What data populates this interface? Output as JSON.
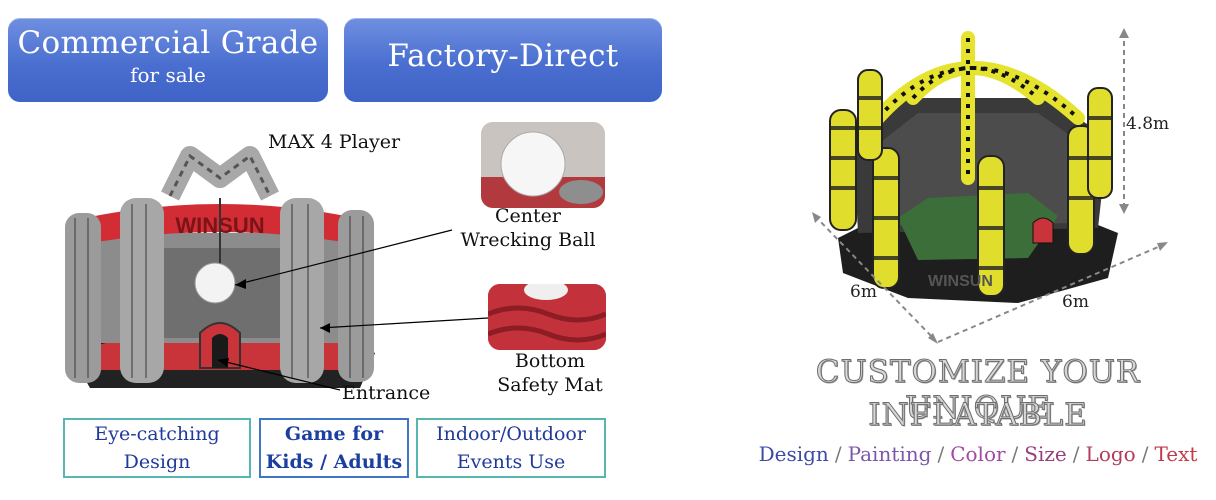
{
  "banners": {
    "commercial_main": "Commercial Grade",
    "commercial_sub": "for sale",
    "factory": "Factory-Direct"
  },
  "left_product": {
    "max_label": "MAX 4 Player",
    "callouts": {
      "center_line1": "Center",
      "center_line2": "Wrecking Ball",
      "bottom_line1": "Bottom",
      "bottom_line2": "Safety Mat",
      "entrance": "Entrance"
    },
    "brand_logo_text": "WINSUN"
  },
  "features": [
    {
      "line1": "Eye-catching",
      "line2": "Design"
    },
    {
      "line1": "Game for",
      "line2": "Kids / Adults"
    },
    {
      "line1": "Indoor/Outdoor",
      "line2": "Events Use"
    }
  ],
  "right_product": {
    "height": "4.8m",
    "width1": "6m",
    "width2": "6m",
    "brand_logo_text": "WINSUN"
  },
  "customize": {
    "line1": "CUSTOMIZE YOUR UNIQUE",
    "line2": "INFLATABLE",
    "options": [
      {
        "label": "Design",
        "color": "#3c4aa8"
      },
      {
        "label": "Painting",
        "color": "#7d57a8"
      },
      {
        "label": "Color",
        "color": "#a349a4"
      },
      {
        "label": "Size",
        "color": "#9a3f7e"
      },
      {
        "label": "Logo",
        "color": "#b23b5e"
      },
      {
        "label": "Text",
        "color": "#c23a4a"
      }
    ],
    "separator": "/"
  },
  "colors": {
    "banner_blue": "#4a6fd0",
    "feature_border_teal": "#58b6b0",
    "feature_border_blue": "#3e75c7",
    "inflatable_red": "#d8343c",
    "stripe_yellow": "#e6e32e"
  }
}
